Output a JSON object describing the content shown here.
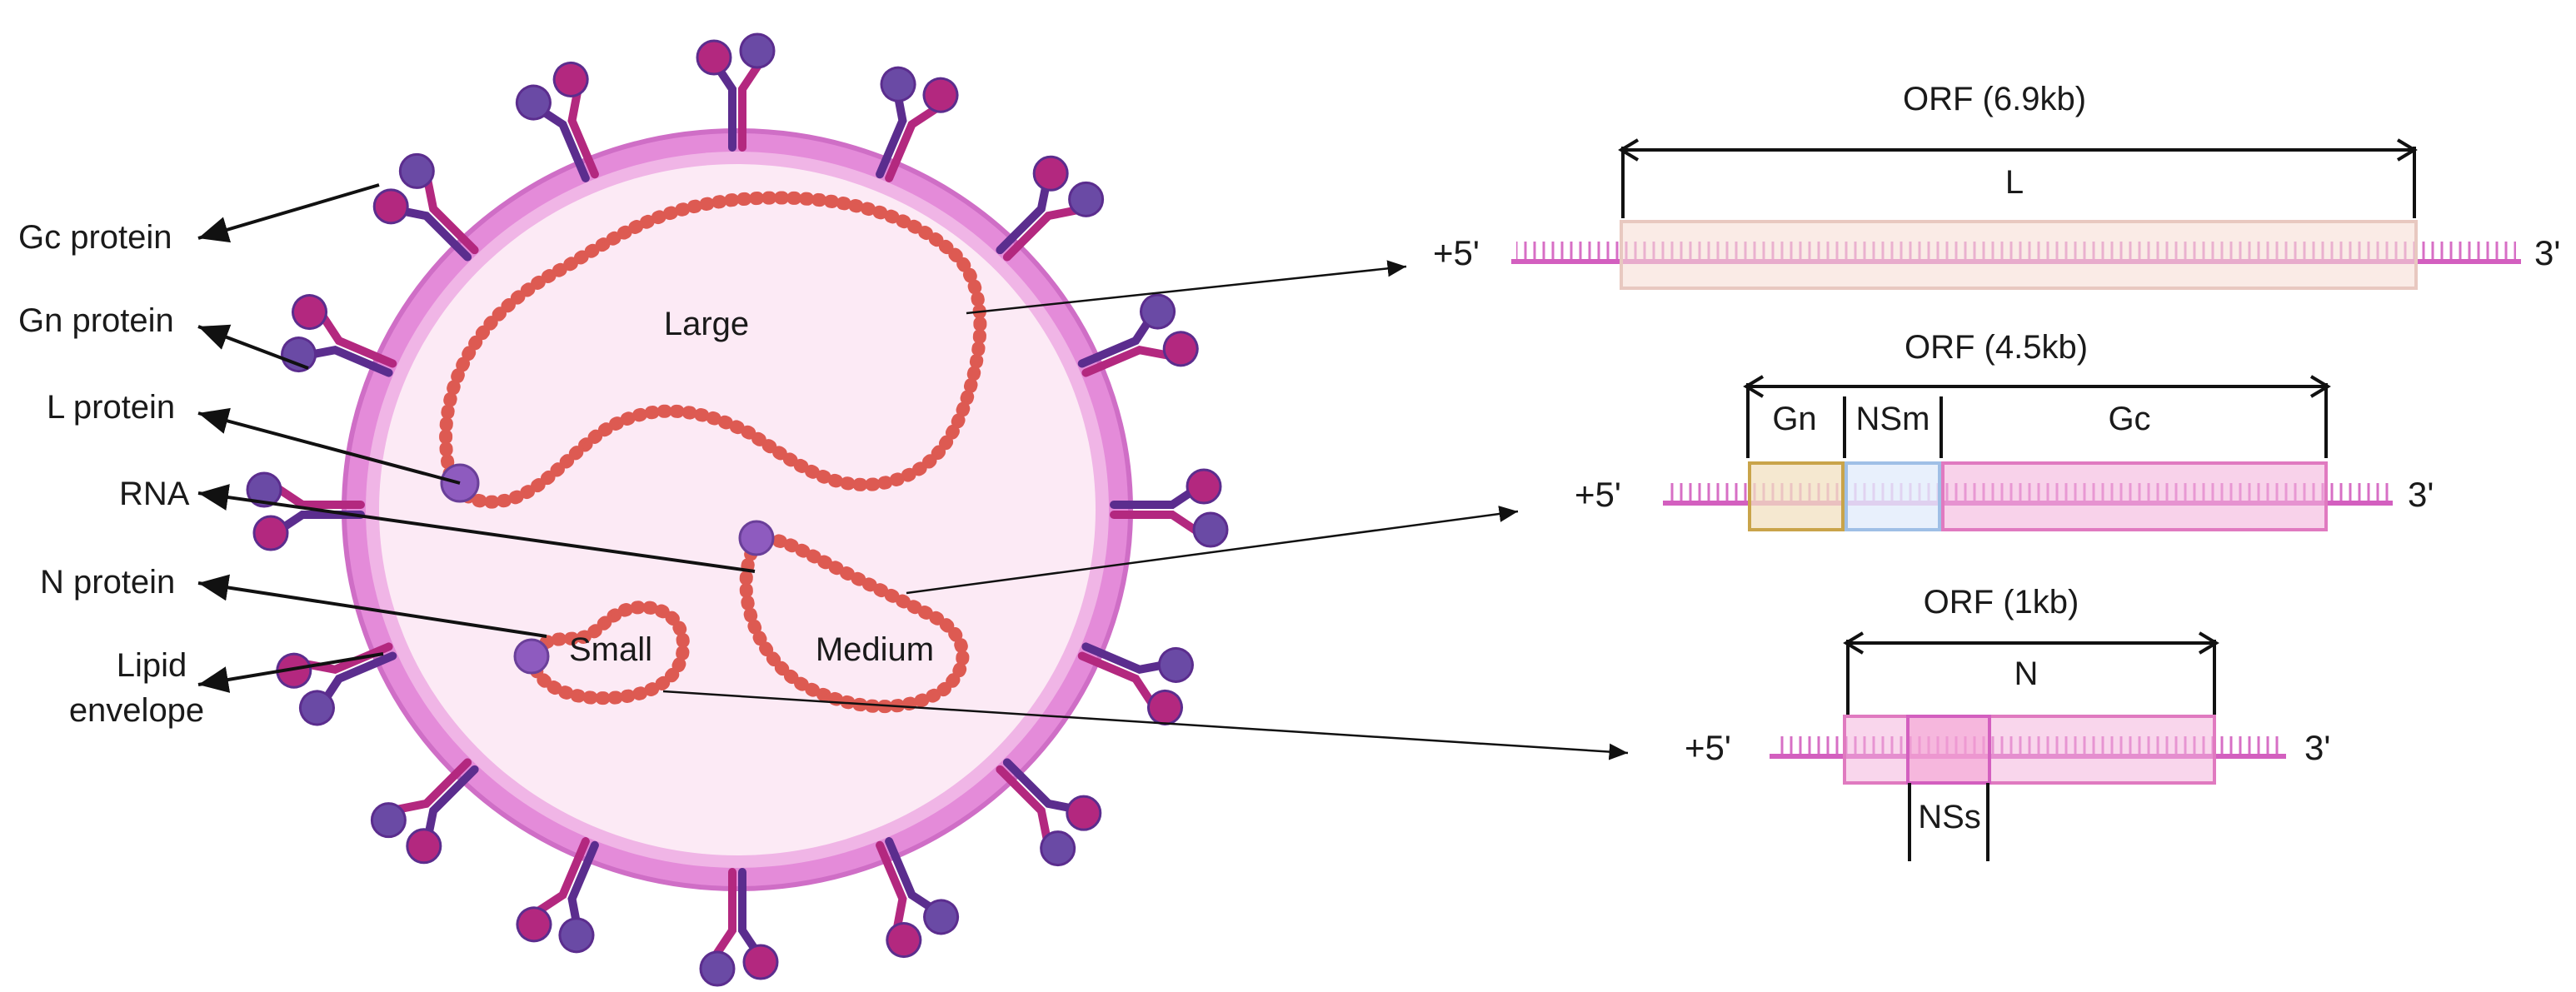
{
  "left_labels": {
    "gc_protein": "Gc protein",
    "gn_protein": "Gn protein",
    "l_protein": "L protein",
    "rna": "RNA",
    "n_protein": "N protein",
    "lipid_line1": "Lipid",
    "lipid_line2": "envelope"
  },
  "segment_labels": {
    "large": "Large",
    "medium": "Medium",
    "small": "Small"
  },
  "genomes": {
    "large": {
      "orf": "ORF (6.9kb)",
      "gene": "L",
      "five_prime": "+5'",
      "three_prime": "3'"
    },
    "medium": {
      "orf": "ORF (4.5kb)",
      "gene_gn": "Gn",
      "gene_nsm": "NSm",
      "gene_gc": "Gc",
      "five_prime": "+5'",
      "three_prime": "3'"
    },
    "small": {
      "orf": "ORF (1kb)",
      "gene": "N",
      "gene_nss": "NSs",
      "five_prime": "+5'",
      "three_prime": "3'"
    }
  },
  "colors": {
    "envelope": "#d67fd0",
    "interior": "#fceaf5",
    "rna": "#dd5a52",
    "spike_stem": "#5b2d8e",
    "spike_magenta": "#b3287f",
    "spike_purple": "#6a4aa5",
    "genome_line": "#d35fbf",
    "gn_box": "#c9a44a",
    "nsm_box": "#9fbfe6",
    "gc_box": "#e07ac0"
  }
}
